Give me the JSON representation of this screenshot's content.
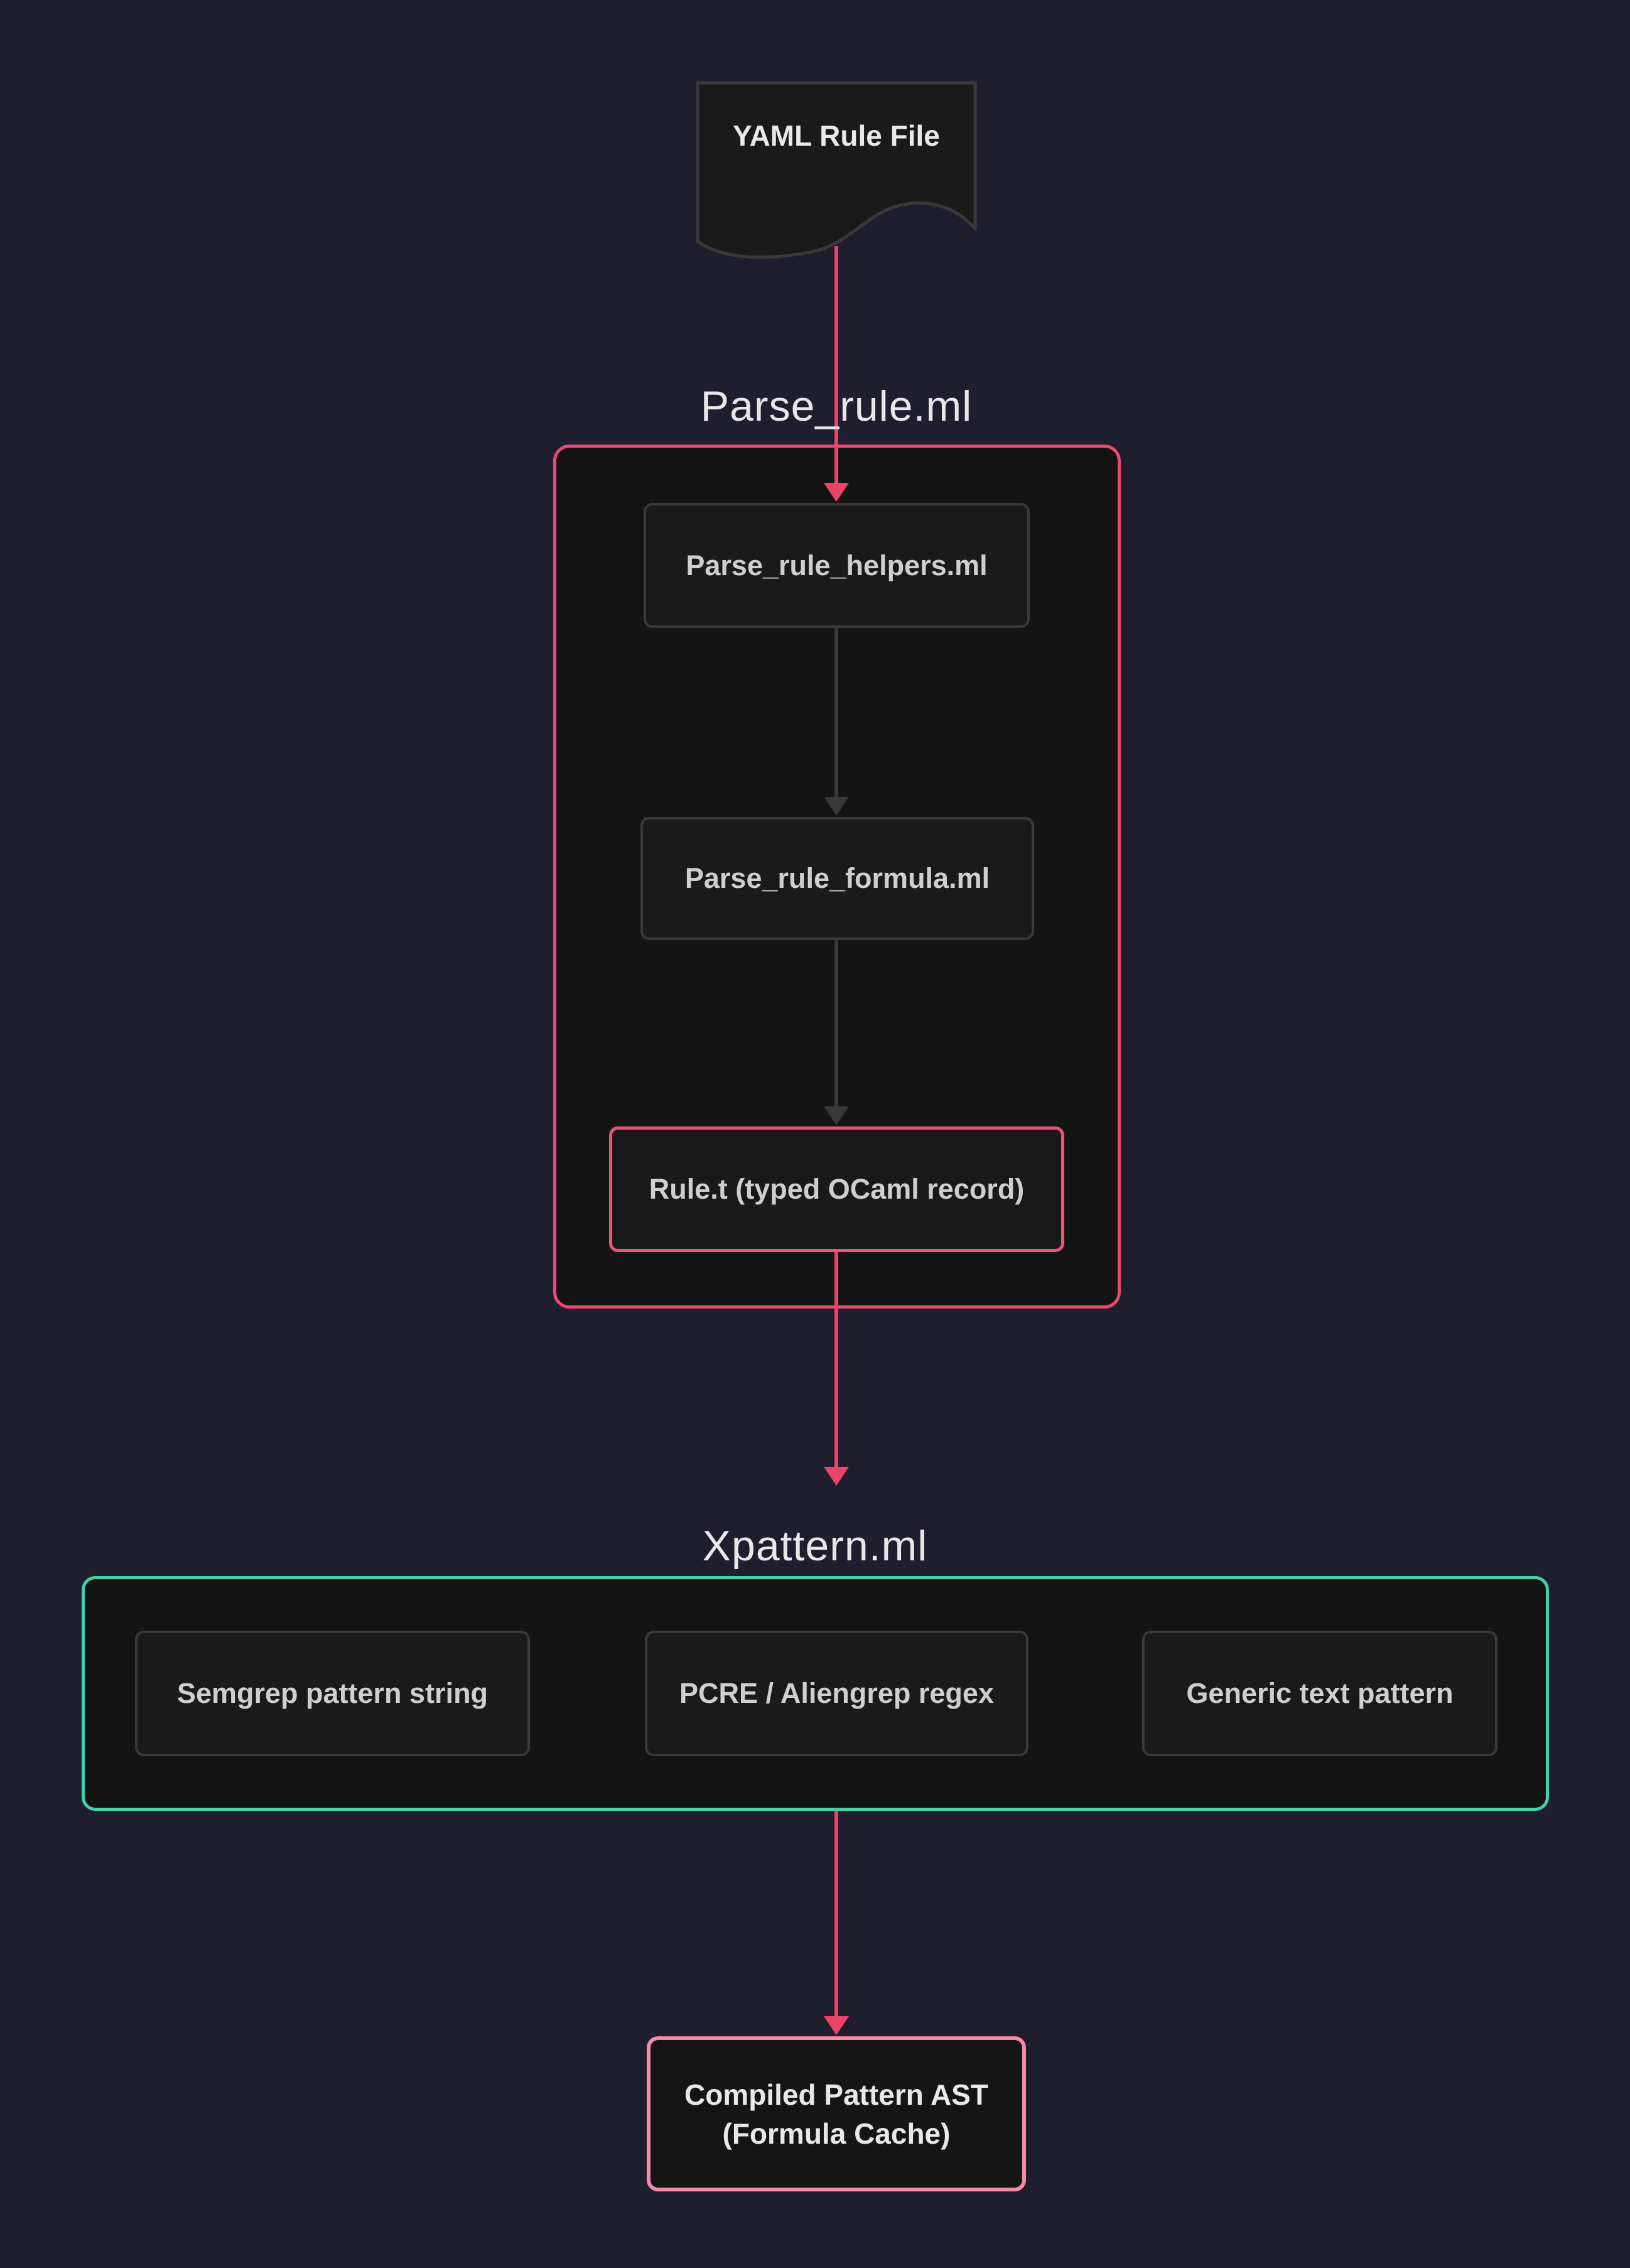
{
  "theme": {
    "background": "#1f1e2e",
    "container_fill": "#141414",
    "node_fill": "#1a1a1a",
    "node_border": "#3a3a3a",
    "text_title": "#e8e8e8",
    "text_node": "#cfcfcf",
    "text_bright": "#e9e9e9",
    "pink": "#ee4266",
    "pink_container": "#ef476f",
    "pink_rule": "#f0527a",
    "pink_light": "#f78aa4",
    "teal": "#47cfa6",
    "gray_arrow": "#383838"
  },
  "diagram": {
    "source_node": {
      "label": "YAML Rule File"
    },
    "parse_rule_group": {
      "title": "Parse_rule.ml",
      "nodes": [
        {
          "label": "Parse_rule_helpers.ml"
        },
        {
          "label": "Parse_rule_formula.ml"
        },
        {
          "label": "Rule.t (typed OCaml record)"
        }
      ]
    },
    "xpattern_group": {
      "title": "Xpattern.ml",
      "nodes": [
        {
          "label": "Semgrep pattern string"
        },
        {
          "label": "PCRE / Aliengrep regex"
        },
        {
          "label": "Generic text pattern"
        }
      ]
    },
    "output_node": {
      "label_line1": "Compiled Pattern AST",
      "label_line2": "(Formula Cache)"
    }
  }
}
